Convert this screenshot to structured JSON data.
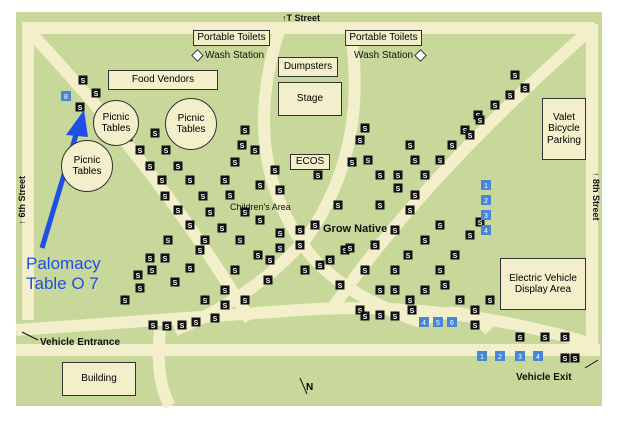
{
  "streets": {
    "top": "↑T Street",
    "left": "↑ 6th Street",
    "right": "↑ 8th Street"
  },
  "labels": {
    "portable_toilets_left": "Portable Toilets",
    "portable_toilets_right": "Portable Toilets",
    "wash_station_left": "Wash Station",
    "wash_station_right": "Wash Station",
    "food_vendors": "Food Vendors",
    "dumpsters": "Dumpsters",
    "stage": "Stage",
    "ecos": "ECOS",
    "childrens_area": "Children's Area",
    "grow_native": "Grow Native",
    "picnic_1": "Picnic\nTables",
    "picnic_2": "Picnic\nTables",
    "picnic_3": "Picnic\nTables",
    "valet": "Valet\nBicycle\nParking",
    "ev_area": "Electric Vehicle\nDisplay Area",
    "vehicle_entrance": "Vehicle Entrance",
    "building": "Building",
    "vehicle_exit": "Vehicle Exit",
    "north": "N"
  },
  "annotation": {
    "text": "Palomacy\nTable O 7",
    "color": "#1f4fe6"
  },
  "booth_marker": "S",
  "numbered_markers": [
    "8",
    "1",
    "2",
    "3",
    "4",
    "4",
    "5",
    "6",
    "1",
    "2",
    "3",
    "4"
  ],
  "colors": {
    "path": "#f2efca",
    "background": "#c8d79a",
    "booth": "#111111",
    "numbered": "#4a86d6"
  }
}
